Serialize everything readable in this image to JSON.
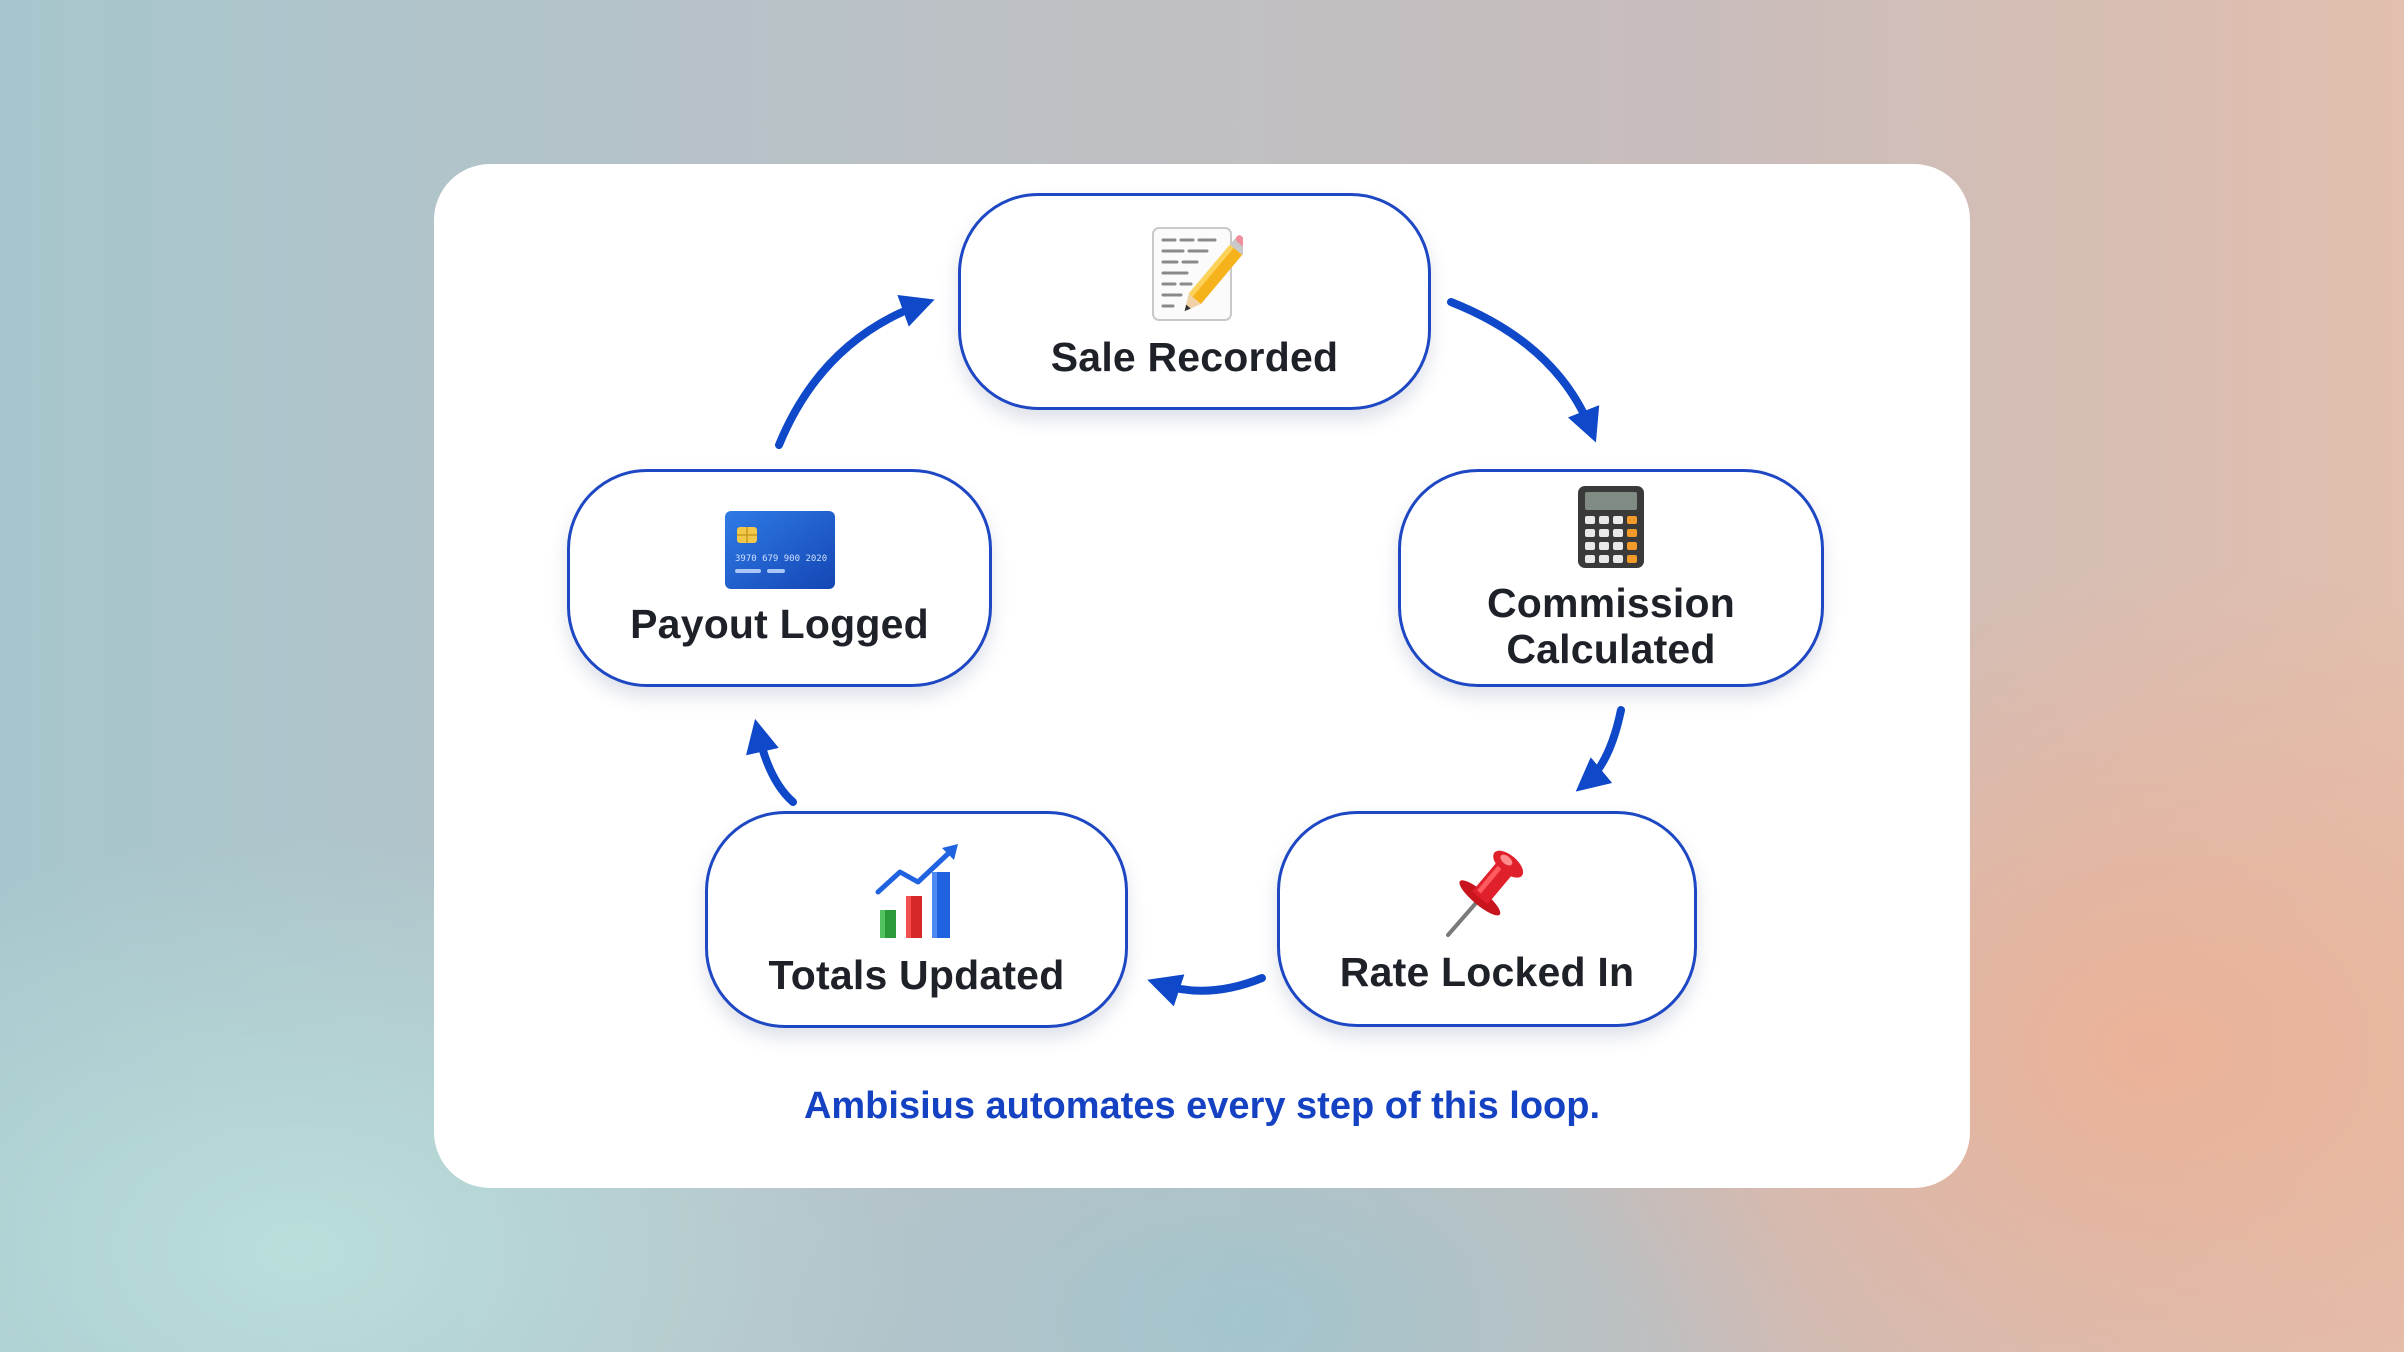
{
  "nodes": {
    "sale": {
      "label": "Sale Recorded",
      "icon": "memo-pencil-icon"
    },
    "commission": {
      "label": "Commission Calculated",
      "icon": "calculator-icon"
    },
    "rate": {
      "label": "Rate Locked In",
      "icon": "pushpin-icon"
    },
    "totals": {
      "label": "Totals Updated",
      "icon": "bar-chart-trend-icon"
    },
    "payout": {
      "label": "Payout Logged",
      "icon": "credit-card-icon"
    }
  },
  "card_number": "3970 679 900 2020",
  "tagline": "Ambisius automates every step of this loop.",
  "colors": {
    "accent": "#1e47c3",
    "arrow": "#0f48c8",
    "tagline": "#1442c2",
    "label": "#1e2128",
    "card_bg": "#ffffff"
  }
}
